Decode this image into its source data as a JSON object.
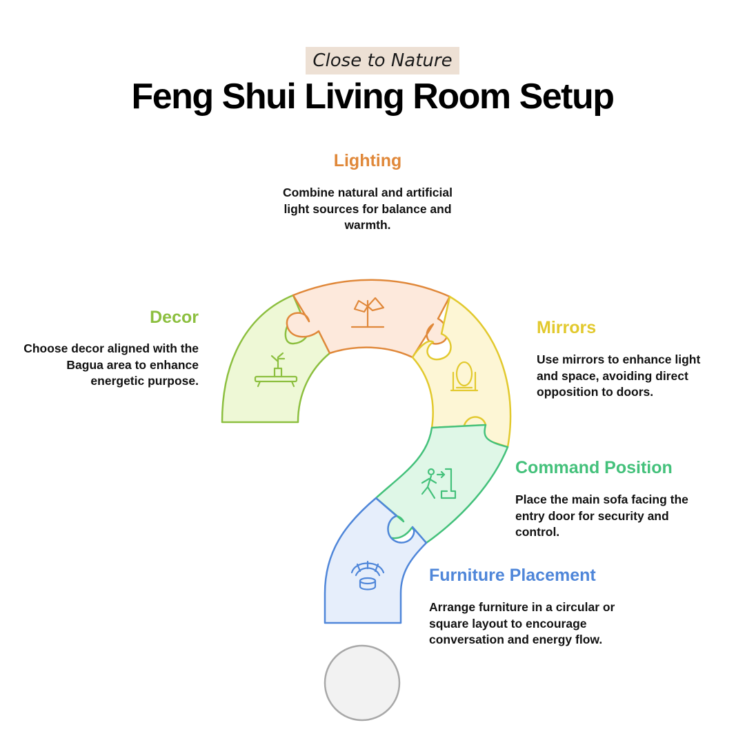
{
  "header": {
    "tag": "Close to Nature",
    "title": "Feng Shui Living Room Setup"
  },
  "sections": {
    "lighting": {
      "label": "Lighting",
      "description": "Combine natural and artificial light sources for balance and warmth.",
      "color": "#e0883a",
      "fill": "#fde9dc",
      "icon": "floor-lamp-icon"
    },
    "decor": {
      "label": "Decor",
      "description": "Choose decor aligned with the Bagua area to enhance energetic purpose.",
      "color": "#8cbf3f",
      "fill": "#eef8d6",
      "icon": "plant-bench-icon"
    },
    "mirrors": {
      "label": "Mirrors",
      "description": "Use mirrors to enhance light and space, avoiding direct opposition to doors.",
      "color": "#e2c92e",
      "fill": "#fdf6d5",
      "icon": "standing-mirror-icon"
    },
    "command": {
      "label": "Command Position",
      "description": "Place the main sofa facing the entry door for security and control.",
      "color": "#44c17b",
      "fill": "#dff7e7",
      "icon": "person-door-seat-icon"
    },
    "furniture": {
      "label": "Furniture Placement",
      "description": "Arrange furniture in a circular or square layout to encourage conversation and energy flow.",
      "color": "#4f86d9",
      "fill": "#e6eefb",
      "icon": "circular-seating-icon"
    }
  },
  "dot": {
    "color": "#f2f2f2",
    "stroke": "#a8a8a8"
  }
}
